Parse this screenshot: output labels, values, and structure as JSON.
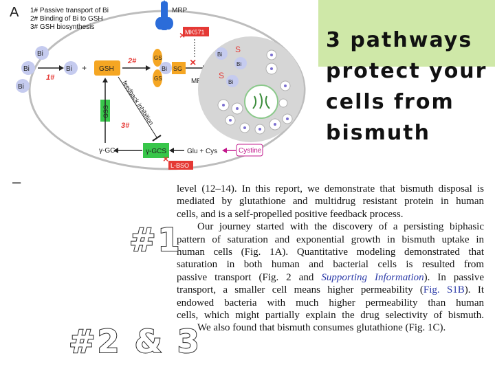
{
  "figure": {
    "panel_letter": "A",
    "legend": [
      "1# Passive transport of Bi",
      "2# Binding of Bi to GSH",
      "3# GSH biosynthesis"
    ],
    "labels": {
      "bi": "Bi",
      "plus": "+",
      "gsh": "GSH",
      "sg": "SG",
      "gs": "GS",
      "mrp": "MRP",
      "mk571": "MK571",
      "s": "S",
      "gss": "GSS",
      "feedback": "feedback inhibition",
      "ggc": "γ-GC",
      "gcs": "γ-GCS",
      "bso": "L-BSO",
      "glu_cys": "Glu + Cys",
      "cystine": "Cystine",
      "step1": "1#",
      "step2": "2#",
      "step3": "3#"
    }
  },
  "headline": [
    "3 pathways",
    "protect your",
    "cells from",
    "bismuth"
  ],
  "dash": "–",
  "paragraph": {
    "l1": "level (12–14). In this report, we demonstrate that bismuth disposal is",
    "l2": "mediated by glutathione and multidrug resistant protein in human",
    "l3": "cells, and is a self-propelled positive feedback process.",
    "l4": "Our journey started with the discovery of a persisting biphasic",
    "l5": "pattern of saturation and exponential growth in bismuth uptake in",
    "l6": "human cells (Fig. 1A). Quantitative modeling demonstrated that",
    "l7": "saturation in both human and bacterial cells is resulted from",
    "l8a": "passive transport (Fig. 2 and ",
    "l8link": "Supporting Information",
    "l8b": "). In passive",
    "l9a": "transport, a smaller cell means higher permeability (",
    "l9link": "Fig. S1B",
    "l9b": "). It",
    "l10": "endowed bacteria with much higher permeability than human",
    "l11": "cells, which might partially explain the drug selectivity of bismuth.",
    "l12": "We also found that bismuth consumes glutathione (Fig. 1C)."
  },
  "annotations": {
    "a1": "#1",
    "a2": "#2 & 3"
  },
  "colors": {
    "green_box": "#cfe8a8",
    "gsh_orange": "#f5a623",
    "red": "#e53935",
    "blue": "#2b6cd9",
    "bi_purple": "#c5cbef",
    "gcs_green": "#38c64a",
    "magenta": "#c2188c"
  }
}
